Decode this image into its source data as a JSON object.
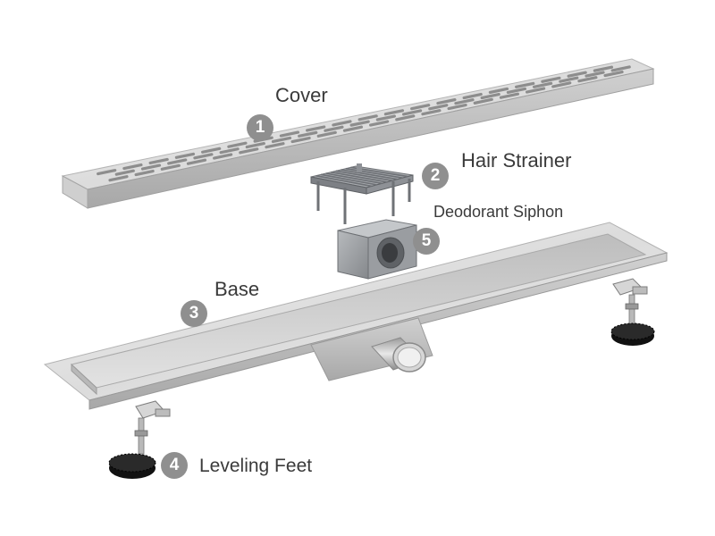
{
  "parts": [
    {
      "number": "1",
      "label": "Cover"
    },
    {
      "number": "2",
      "label": "Hair Strainer"
    },
    {
      "number": "3",
      "label": "Base"
    },
    {
      "number": "4",
      "label": "Leveling Feet"
    },
    {
      "number": "5",
      "label": "Deodorant Siphon"
    }
  ],
  "colors": {
    "badge": "#8f8f8f",
    "text": "#3a3a3a",
    "steel_light": "#eeeeee",
    "steel_mid": "#c9c9c9",
    "steel_dark": "#9a9a9a",
    "siphon": "#9b9ea2",
    "foot": "#1a1a1a"
  }
}
